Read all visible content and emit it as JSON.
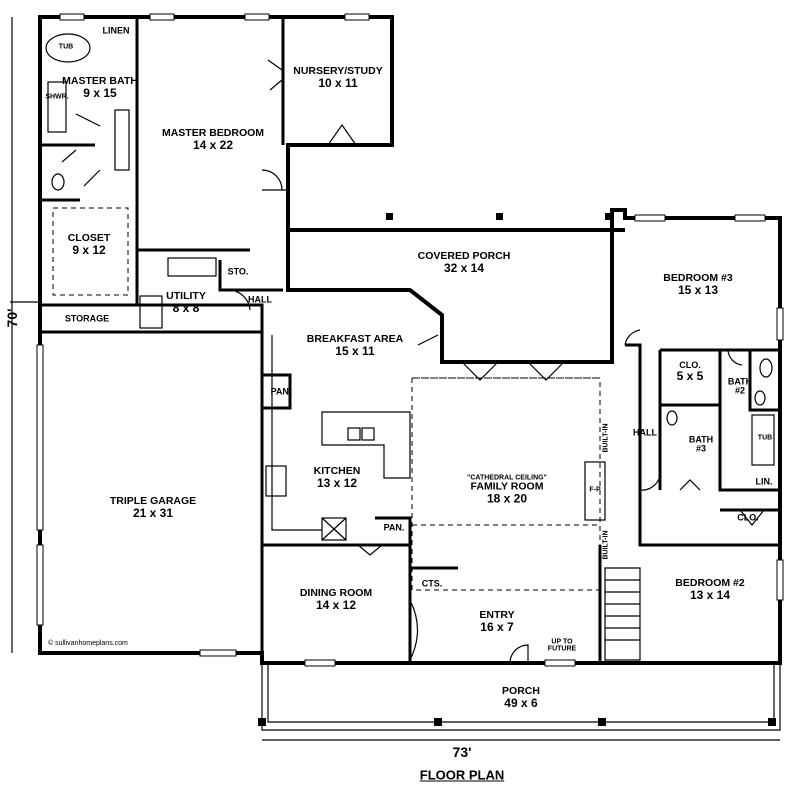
{
  "plan_title": "FLOOR PLAN",
  "dimensions": {
    "width": "73'",
    "depth": "70'"
  },
  "credit": "© sullivanhomeplans.com",
  "rooms": {
    "master_bath": {
      "name": "MASTER BATH",
      "dims": "9 x 15"
    },
    "master_bedroom": {
      "name": "MASTER BEDROOM",
      "dims": "14 x 22"
    },
    "nursery": {
      "name": "NURSERY/STUDY",
      "dims": "10 x 11"
    },
    "closet": {
      "name": "CLOSET",
      "dims": "9 x 12"
    },
    "covered_porch": {
      "name": "COVERED PORCH",
      "dims": "32 x 14"
    },
    "bedroom3": {
      "name": "BEDROOM #3",
      "dims": "15 x 13"
    },
    "utility": {
      "name": "UTILITY",
      "dims": "8 x 8"
    },
    "breakfast": {
      "name": "BREAKFAST AREA",
      "dims": "15 x 11"
    },
    "clo_5x5": {
      "name": "CLO.",
      "dims": "5 x 5"
    },
    "kitchen": {
      "name": "KITCHEN",
      "dims": "13 x 12"
    },
    "family": {
      "note": "\"CATHEDRAL CEILING\"",
      "name": "FAMILY ROOM",
      "dims": "18 x 20"
    },
    "garage": {
      "name": "TRIPLE GARAGE",
      "dims": "21 x 31"
    },
    "dining": {
      "name": "DINING ROOM",
      "dims": "14 x 12"
    },
    "entry": {
      "name": "ENTRY",
      "dims": "16 x 7"
    },
    "bedroom2": {
      "name": "BEDROOM #2",
      "dims": "13 x 14"
    },
    "porch": {
      "name": "PORCH",
      "dims": "49 x 6"
    }
  },
  "labels": {
    "linen": "LINEN",
    "tub": "TUB",
    "shwr": "SHWR.",
    "sto": "STO.",
    "hall": "HALL",
    "storage": "STORAGE",
    "pan": "PAN.",
    "bath2": "BATH",
    "bath2_num": "#2",
    "bath3": "BATH",
    "bath3_num": "#3",
    "hall_right": "HALL",
    "lin": "LIN.",
    "clo_b2": "CLO.",
    "builtin": "BUILT-IN",
    "fp": "F-P",
    "cts": "CTS.",
    "up_to_future": "UP TO\nFUTURE",
    "tub2": "TUB"
  }
}
